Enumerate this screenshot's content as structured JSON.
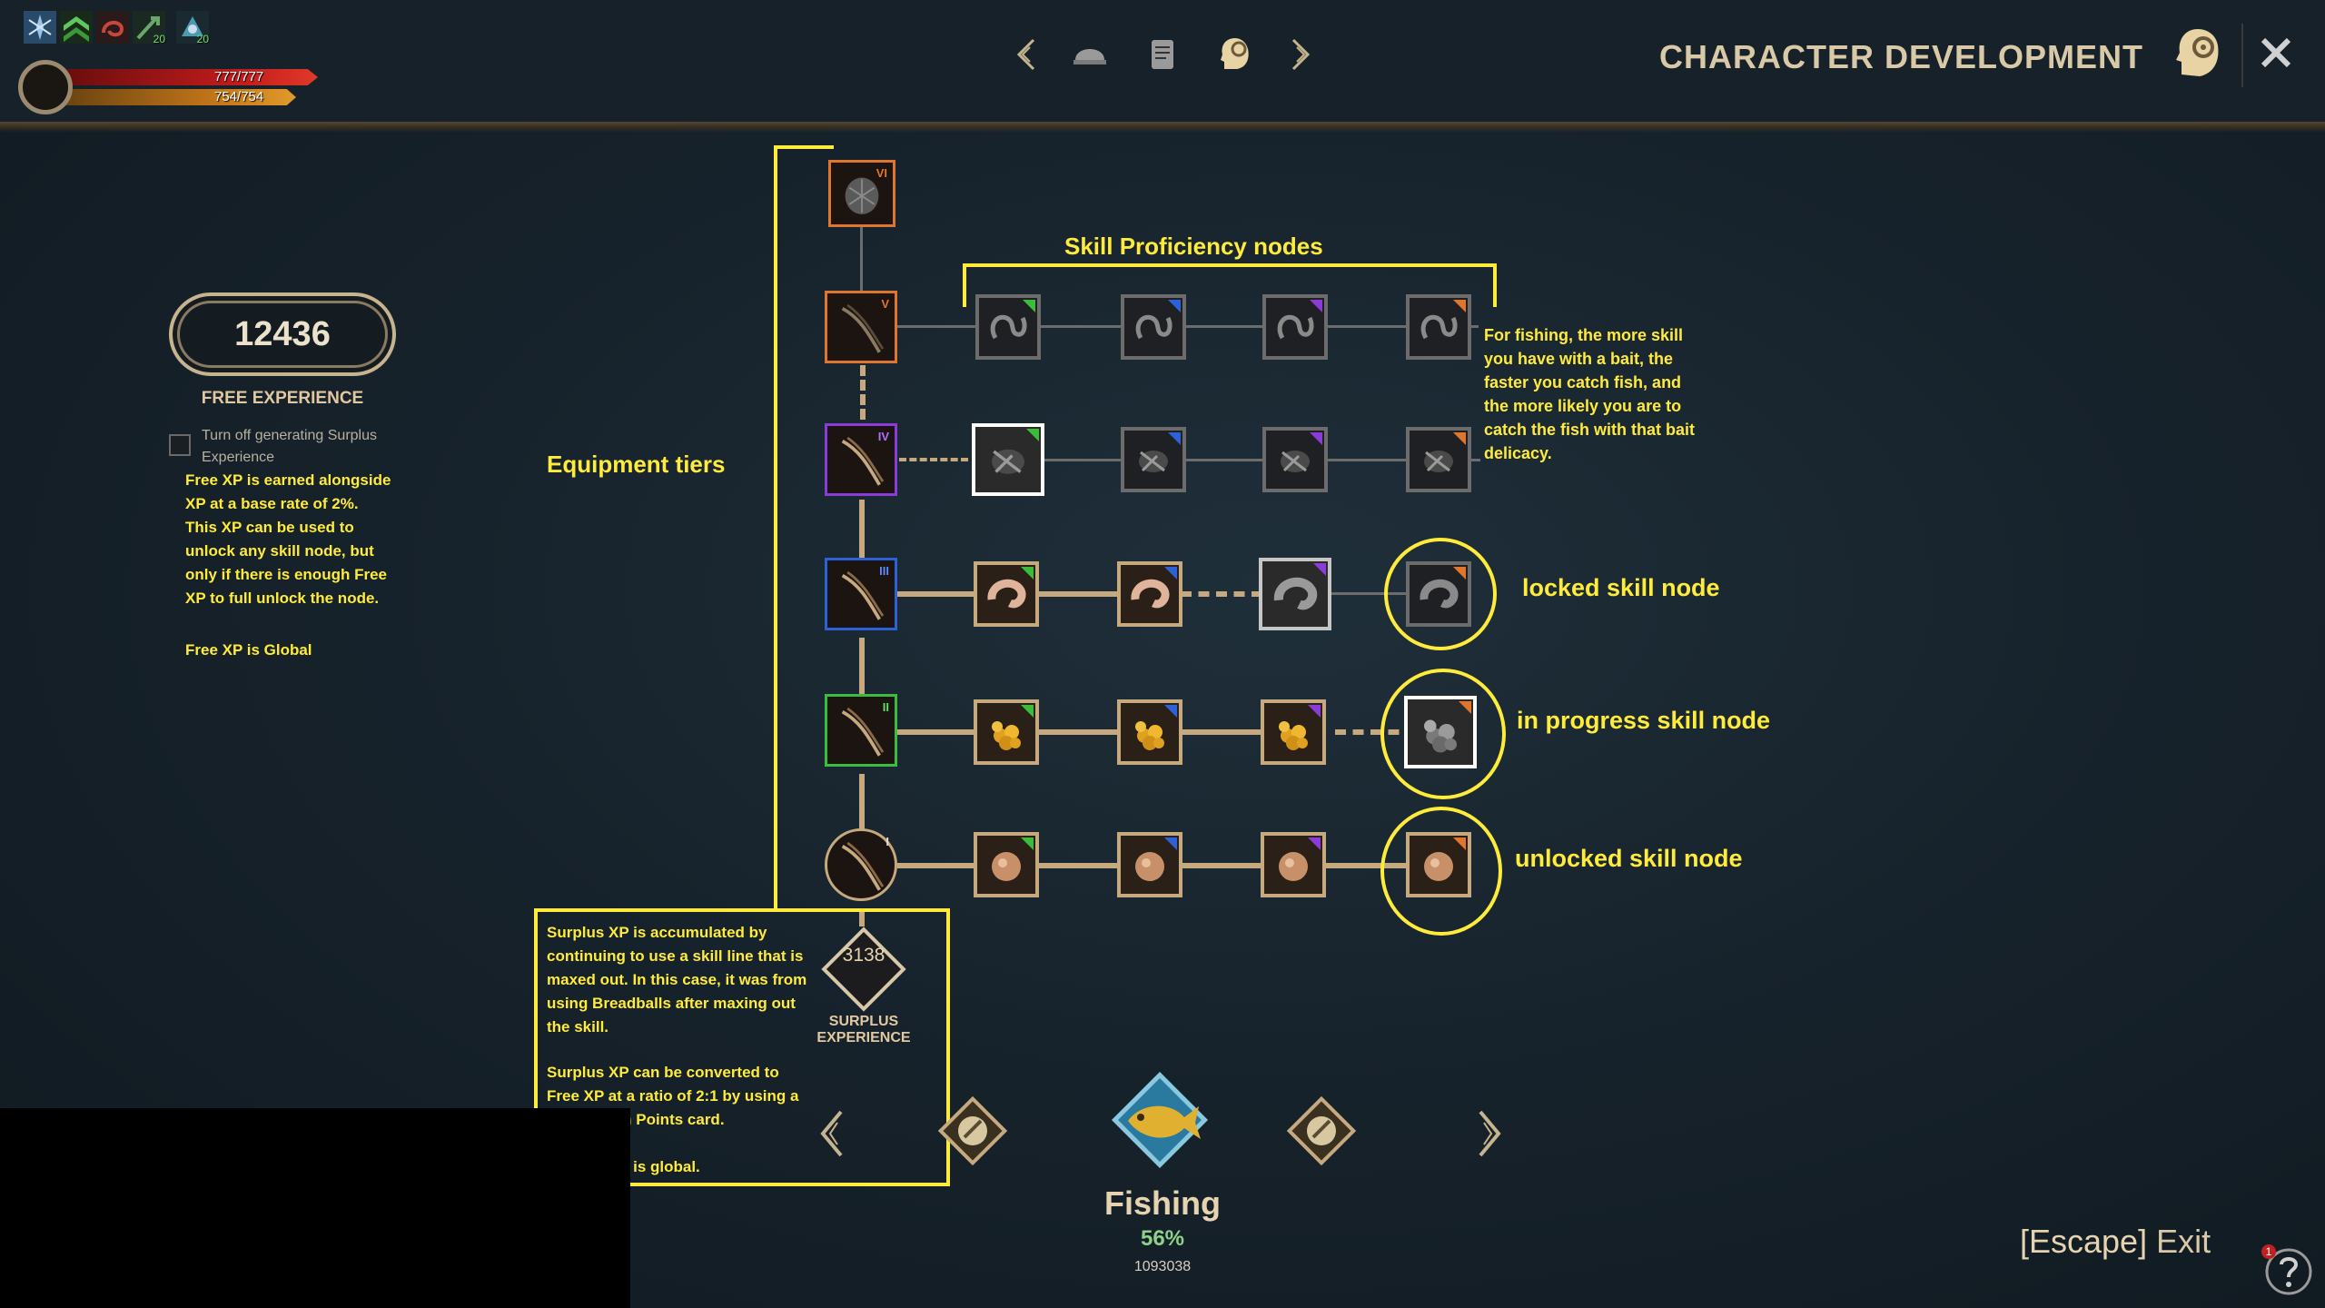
{
  "hud": {
    "hp": "777/777",
    "stamina": "754/754",
    "buff_icons": [
      "frost-buff-icon",
      "rank-buff-icon",
      "bait-buff-icon",
      "timer-buff-icon-20",
      "timer-buff-icon-20b"
    ],
    "buff_badges": [
      "",
      "",
      "",
      "20",
      "20"
    ]
  },
  "nav": {
    "icons": [
      "prev-arrow-icon",
      "helmet-icon",
      "scroll-icon",
      "head-gear-icon",
      "next-arrow-icon"
    ]
  },
  "header": {
    "title": "CHARACTER DEVELOPMENT"
  },
  "free_xp": {
    "value": "12436",
    "label": "FREE EXPERIENCE",
    "checkbox_label": "Turn off generating Surplus Experience"
  },
  "annotations": {
    "free_xp_note": "Free XP is earned alongside XP at a base rate of 2%. This XP can be used to unlock any skill node, but only if there is enough Free XP to full unlock the node.",
    "free_xp_global": "Free XP is Global",
    "equipment_tiers": "Equipment tiers",
    "proficiency_nodes": "Skill Proficiency nodes",
    "fishing_note": "For fishing, the more skill you have with a bait, the faster you catch fish, and the more likely you are to catch the fish with that bait delicacy.",
    "locked": "locked skill node",
    "in_progress": "in progress skill node",
    "unlocked": "unlocked skill node",
    "surplus_note_1": "Surplus XP is accumulated by continuing to use a skill line that is maxed out. In this case, it was from using Breadballs after maxing out the skill.",
    "surplus_note_2": "Surplus XP can be converted to Free XP at a ratio of 2:1 by using a Conversion Points card.",
    "surplus_note_3": "Surplus XP is global."
  },
  "tiers": [
    "VI",
    "V",
    "IV",
    "III",
    "II",
    "I"
  ],
  "tier_colors": [
    "#e0762c",
    "#e0762c",
    "#8a3bd8",
    "#2c62d8",
    "#3bbd3b",
    "#d0d0d0"
  ],
  "surplus": {
    "value": "3138",
    "label": "SURPLUS EXPERIENCE"
  },
  "skill": {
    "name": "Fishing",
    "percent": "56%",
    "xp": "1093038"
  },
  "footer": {
    "escape_key": "[Escape]",
    "escape_label": "Exit",
    "help_badge": "1"
  },
  "colors": {
    "annotation": "#ffeb3b",
    "unlocked_frame": "#c6a97e",
    "locked_frame": "#6c6c6c",
    "progress_frame": "#ffffff"
  }
}
